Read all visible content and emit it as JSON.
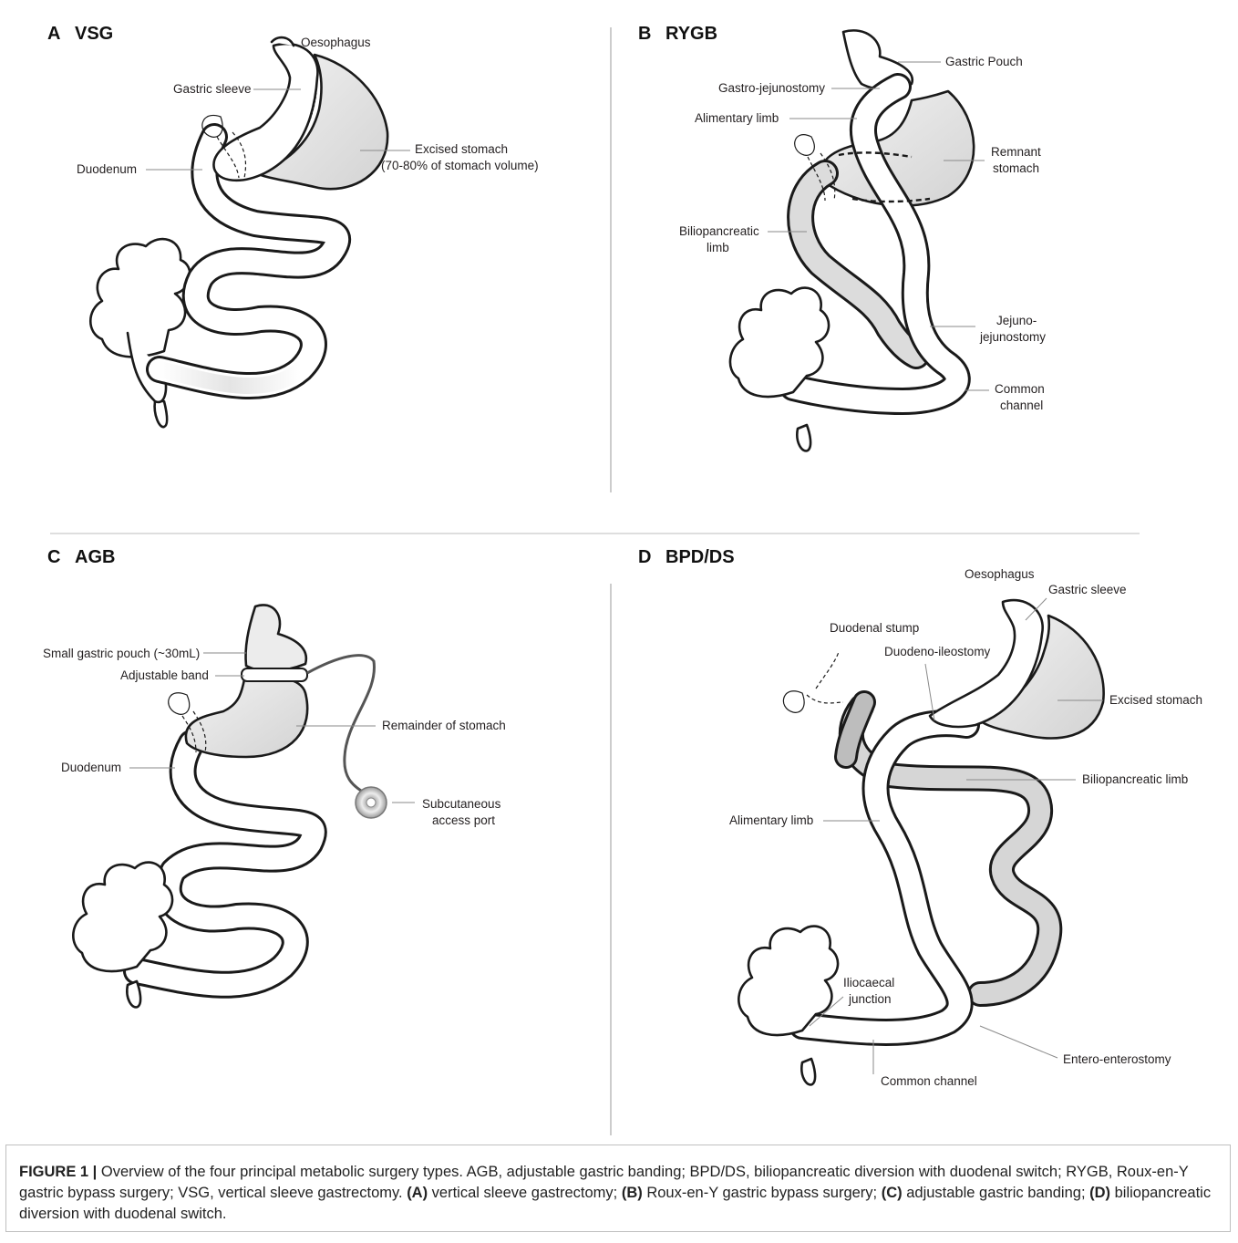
{
  "panels": {
    "a": {
      "letter": "A",
      "title": "VSG",
      "labels": {
        "oesophagus": "Oesophagus",
        "gastric_sleeve": "Gastric sleeve",
        "excised_1": "Excised stomach",
        "excised_2": "(70-80% of stomach volume)",
        "duodenum": "Duodenum"
      }
    },
    "b": {
      "letter": "B",
      "title": "RYGB",
      "labels": {
        "gastric_pouch": "Gastric Pouch",
        "gastro_jejunostomy": "Gastro-jejunostomy",
        "alimentary_limb": "Alimentary limb",
        "remnant_1": "Remnant",
        "remnant_2": "stomach",
        "bilio_1": "Biliopancreatic",
        "bilio_2": "limb",
        "jj_1": "Jejuno-",
        "jj_2": "jejunostomy",
        "common_1": "Common",
        "common_2": "channel"
      }
    },
    "c": {
      "letter": "C",
      "title": "AGB",
      "labels": {
        "small_pouch": "Small gastric pouch (~30mL)",
        "adjustable_band": "Adjustable band",
        "remainder": "Remainder of stomach",
        "duodenum": "Duodenum",
        "port_1": "Subcutaneous",
        "port_2": "access port"
      }
    },
    "d": {
      "letter": "D",
      "title": "BPD/DS",
      "labels": {
        "oesophagus": "Oesophagus",
        "gastric_sleeve": "Gastric sleeve",
        "duodenal_stump": "Duodenal stump",
        "duodeno_ileostomy": "Duodeno-ileostomy",
        "excised_stomach": "Excised stomach",
        "bilio_limb": "Biliopancreatic limb",
        "alimentary_limb": "Alimentary limb",
        "ilio_1": "Iliocaecal",
        "ilio_2": "junction",
        "entero": "Entero-enterostomy",
        "common_channel": "Common channel"
      }
    }
  },
  "caption": {
    "figure_label": "FIGURE 1 |",
    "intro": " Overview of the four principal metabolic surgery types. AGB, adjustable gastric banding; BPD/DS, biliopancreatic diversion with duodenal switch; RYGB, Roux-en-Y gastric bypass surgery; VSG, vertical sleeve gastrectomy. ",
    "a_key": "(A)",
    "a_text": " vertical sleeve gastrectomy; ",
    "b_key": "(B)",
    "b_text": " Roux-en-Y gastric bypass surgery; ",
    "c_key": "(C)",
    "c_text": " adjustable gastric banding; ",
    "d_key": "(D)",
    "d_text": " biliopancreatic diversion with duodenal switch."
  }
}
